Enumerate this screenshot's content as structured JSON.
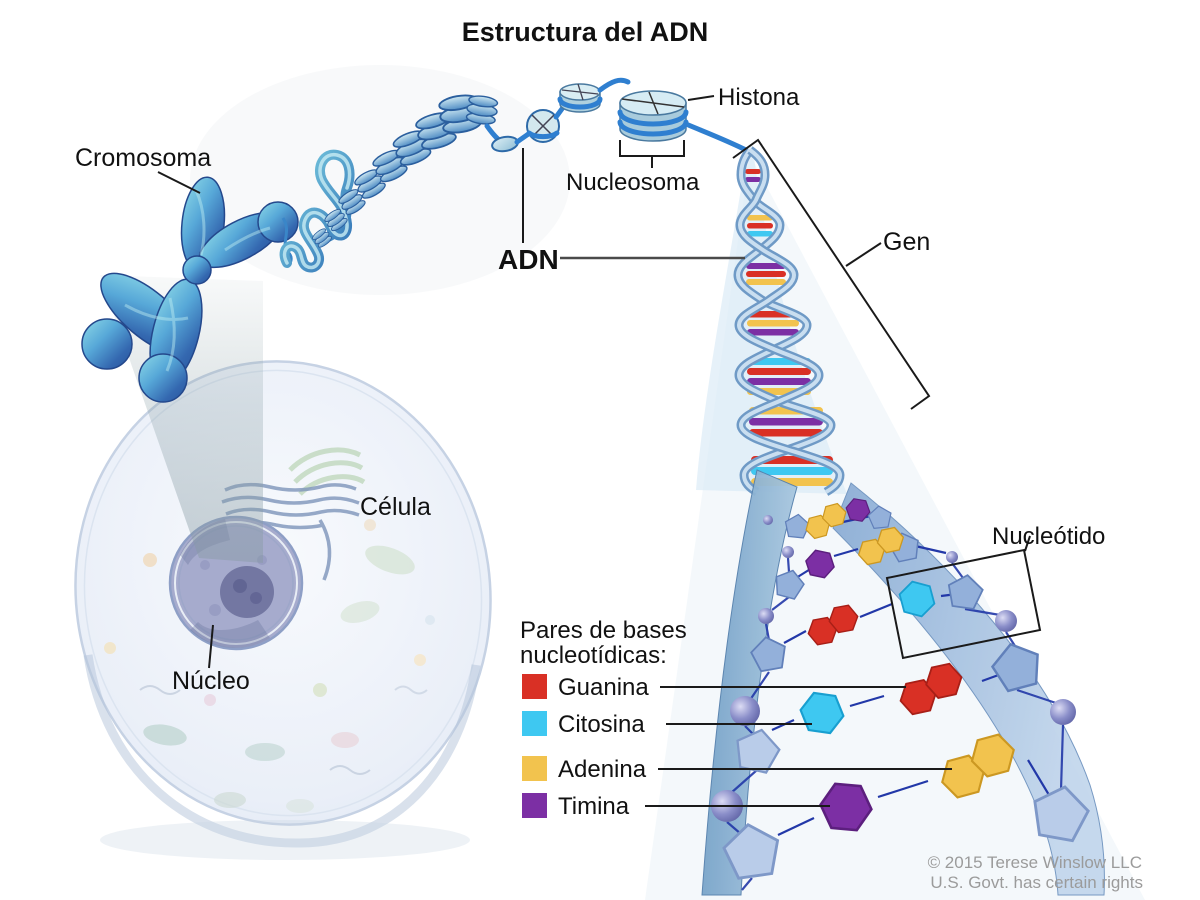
{
  "title": "Estructura del ADN",
  "labels": {
    "cromosoma": "Cromosoma",
    "histona": "Histona",
    "nucleosoma": "Nucleosoma",
    "adn": "ADN",
    "gen": "Gen",
    "celula": "Célula",
    "nucleo": "Núcleo",
    "nucleotido": "Nucleótido"
  },
  "legend": {
    "heading_line1": "Pares de bases",
    "heading_line2": "nucleotídicas:",
    "items": [
      {
        "label": "Guanina",
        "color": "#d93025"
      },
      {
        "label": "Citosina",
        "color": "#3ec8f1"
      },
      {
        "label": "Adenina",
        "color": "#f2c34e"
      },
      {
        "label": "Timina",
        "color": "#7c2fa4"
      }
    ]
  },
  "copyright": {
    "line1": "© 2015 Terese Winslow LLC",
    "line2": "U.S. Govt. has certain rights"
  },
  "colors": {
    "chromatin_blue": "#3a7fc0",
    "backbone_blue": "#8fb3d6",
    "bond_blue": "#2238a8",
    "text": "#111111",
    "copyright_gray": "#9b9b9b"
  }
}
